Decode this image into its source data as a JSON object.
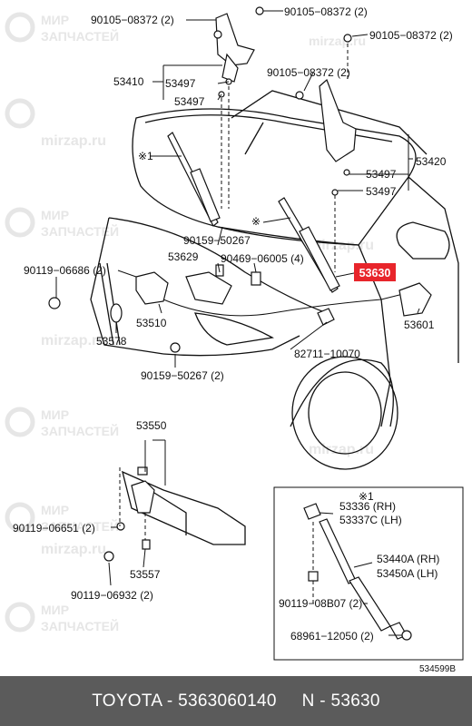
{
  "watermark": {
    "line1": "МИР",
    "line2": "ЗАПЧАСТЕЙ",
    "url": "mirzap.ru"
  },
  "callouts": {
    "p90105_a": "90105−08372 (2)",
    "p90105_b": "90105−08372 (2)",
    "p90105_c": "90105−08372 (2)",
    "p90105_d": "90105−08372 (2)",
    "p53410": "53410",
    "p53497_a": "53497",
    "p53497_b": "53497",
    "p53497_c": "53497",
    "p53497_d": "53497",
    "p53420": "53420",
    "star1_a": "※1",
    "star1_b": "※",
    "p90159_a": "90159−50267",
    "p53629": "53629",
    "p90469": "90469−06005 (4)",
    "p53630": "53630",
    "p90119_a": "90119−06686 (2)",
    "p53510": "53510",
    "p53578": "53578",
    "p53601": "53601",
    "p82711": "82711−10070",
    "p90159_b": "90159−50267 (2)",
    "p53550": "53550",
    "p90119_b": "90119−06651 (2)",
    "p53557": "53557",
    "p90119_c": "90119−06932 (2)",
    "inset_title": "※1",
    "p53336": "53336 (RH)",
    "p53337c": "53337C (LH)",
    "p53440a": "53440A (RH)",
    "p53450a": "53450A (LH)",
    "p90119_d": "90119−08B07 (2)",
    "p68961": "68961−12050 (2)",
    "diagram_code": "534599B"
  },
  "highlight_color": "#e8252b",
  "footer": {
    "text": "TOYOTA - 5363060140     N - 53630"
  }
}
